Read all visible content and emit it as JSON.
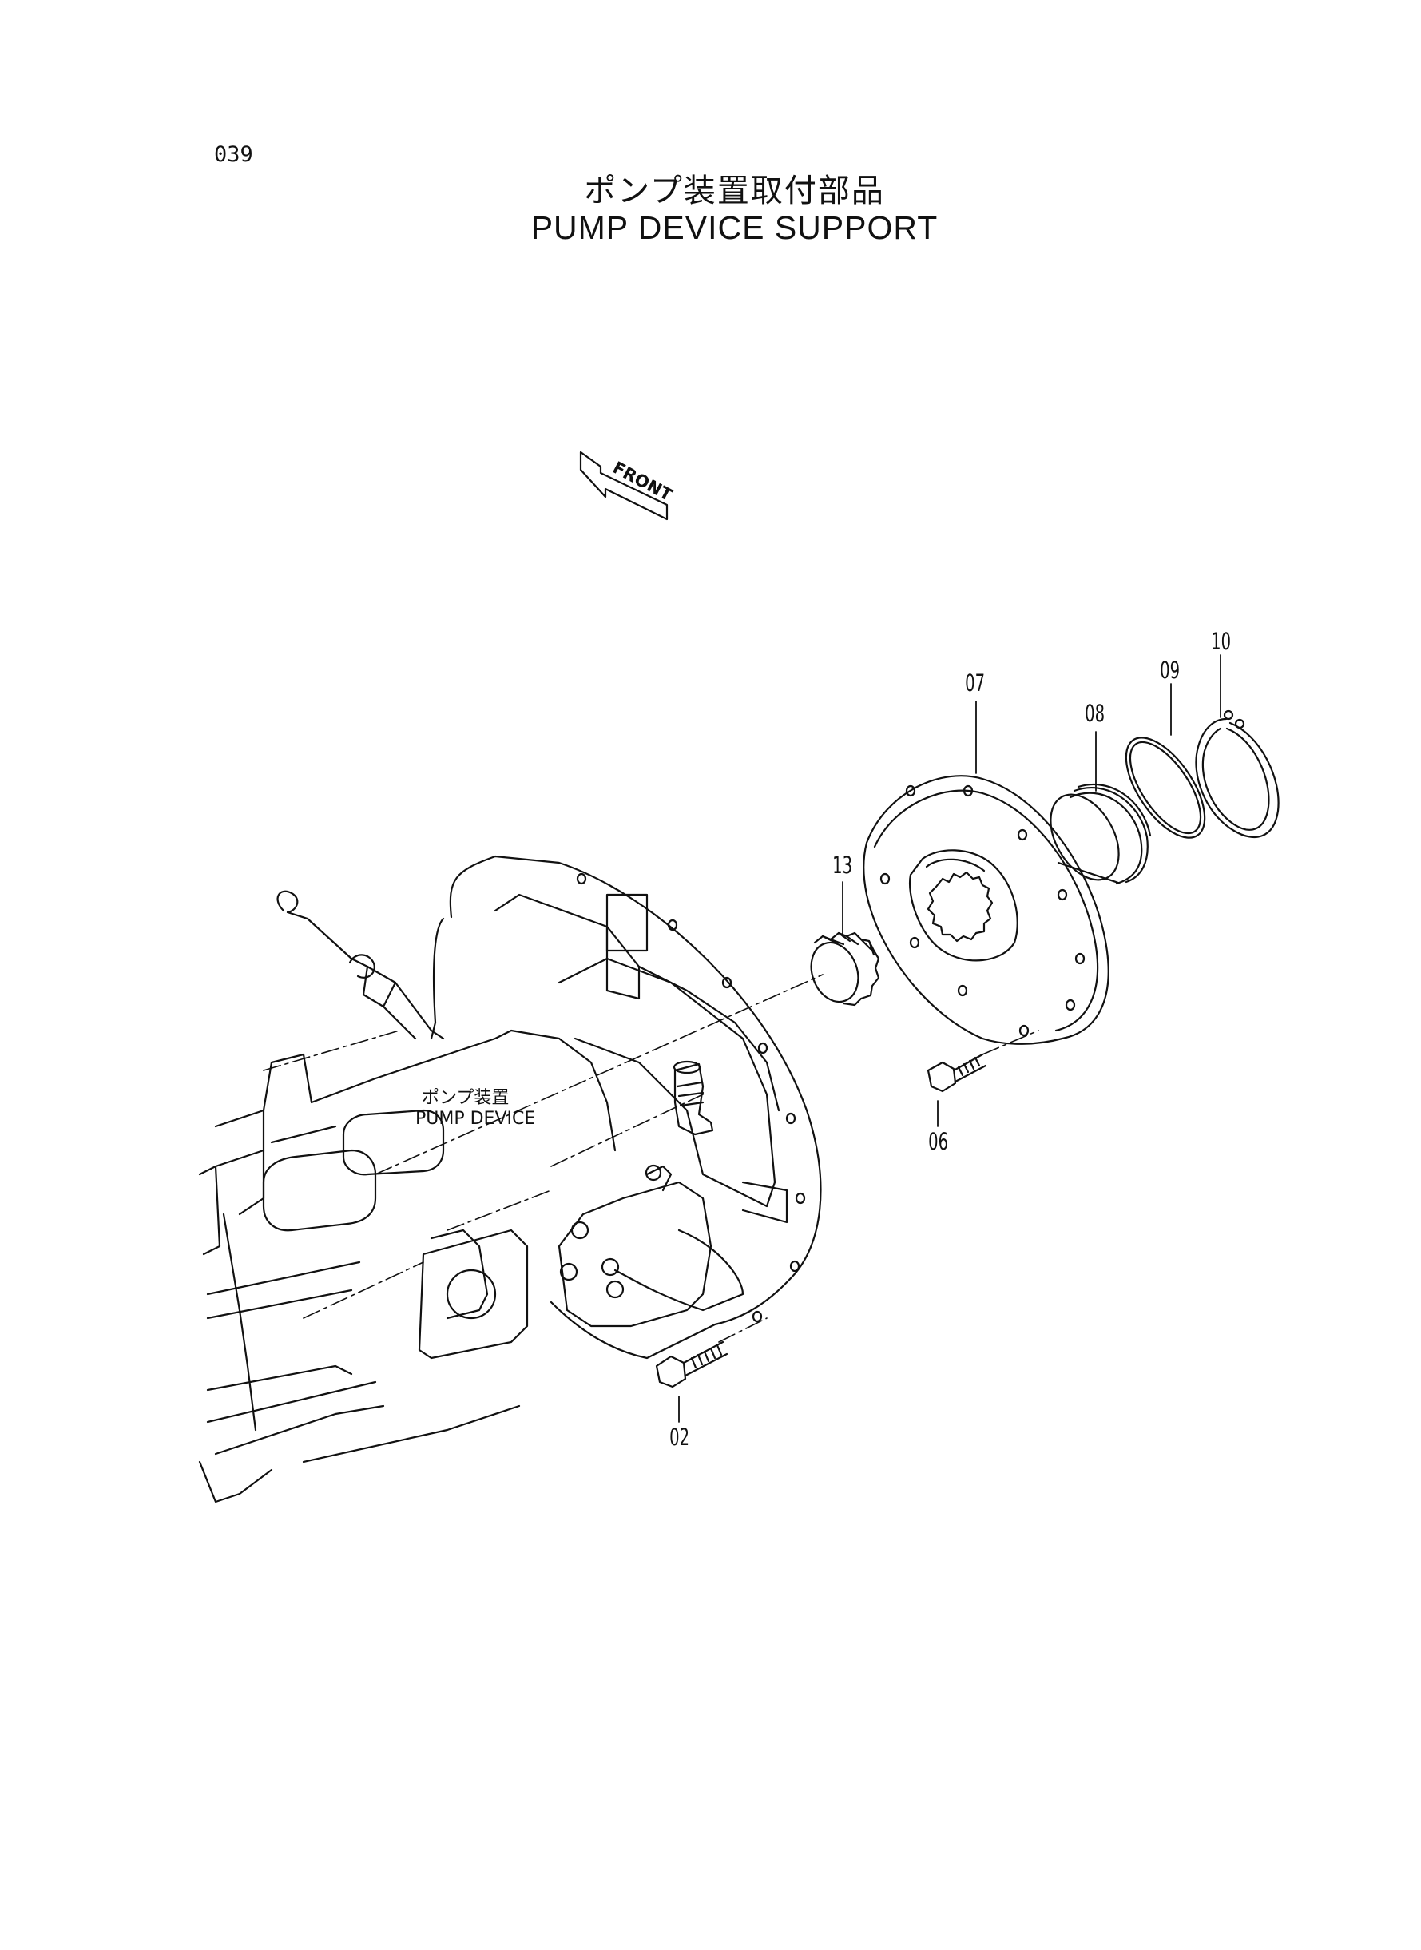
{
  "page": {
    "number": "039",
    "title_jp": "ポンプ装置取付部品",
    "title_en": "PUMP DEVICE SUPPORT"
  },
  "front_arrow": {
    "label": "FRONT"
  },
  "assembly_label": {
    "jp": "ポンプ装置",
    "en": "PUMP DEVICE"
  },
  "callouts": [
    {
      "id": "07",
      "part": "flange-plate"
    },
    {
      "id": "08",
      "part": "cap"
    },
    {
      "id": "09",
      "part": "o-ring"
    },
    {
      "id": "10",
      "part": "snap-ring"
    },
    {
      "id": "13",
      "part": "spline-coupling"
    },
    {
      "id": "06",
      "part": "bolt"
    },
    {
      "id": "02",
      "part": "bolt"
    }
  ]
}
